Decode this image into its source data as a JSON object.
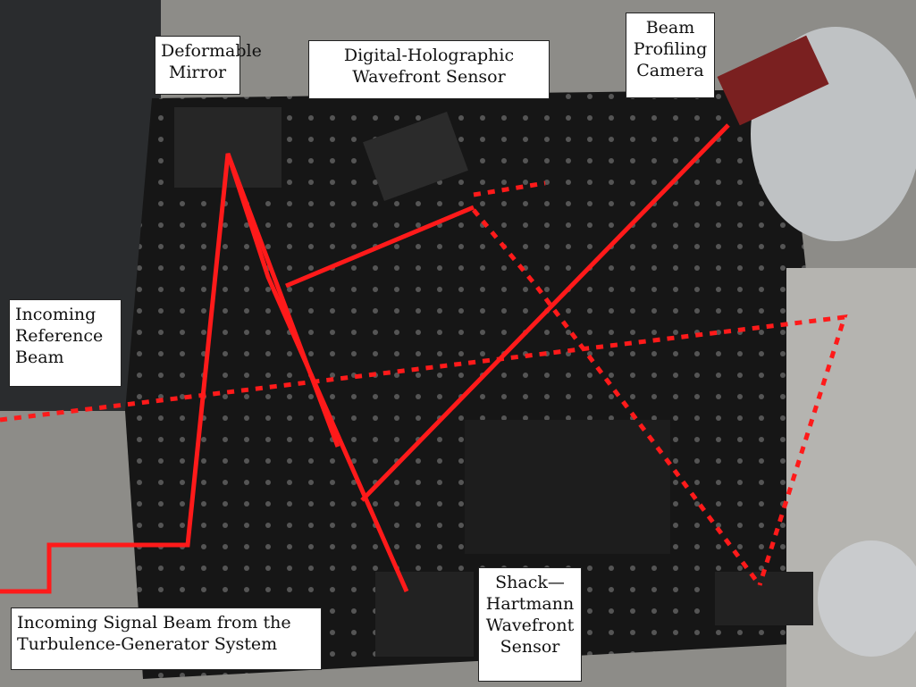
{
  "labels": {
    "deformable_mirror": [
      "Deformable",
      "Mirror"
    ],
    "dh_wavefront_sensor": [
      "Digital-Holographic",
      "Wavefront Sensor"
    ],
    "beam_profiling_camera": [
      "Beam",
      "Profiling",
      "Camera"
    ],
    "reference_beam": [
      "Incoming",
      "Reference",
      "Beam"
    ],
    "signal_beam": [
      "Incoming Signal Beam from the",
      "Turbulence-Generator System"
    ],
    "shack_hartmann": [
      "Shack—",
      "Hartmann",
      "Wavefront",
      "Sensor"
    ]
  },
  "colors": {
    "beam": "#ff1a1a",
    "table": "#151515",
    "frame": "#9a9a98"
  }
}
